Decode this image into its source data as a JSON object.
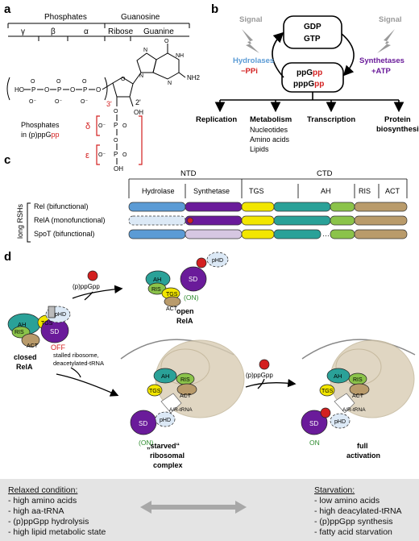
{
  "panels": {
    "a": "a",
    "b": "b",
    "c": "c",
    "d": "d"
  },
  "a": {
    "header_phosphates": "Phosphates",
    "header_guanosine": "Guanosine",
    "col_gamma": "γ",
    "col_beta": "β",
    "col_alpha": "α",
    "col_ribose": "Ribose",
    "col_guanine": "Guanine",
    "nh2": "NH2",
    "pos3": "3'",
    "pos2": "2'",
    "oh": "OH",
    "delta": "δ",
    "epsilon": "ε",
    "phos_label_line1": "Phosphates",
    "phos_label_line2": "in (p)ppG",
    "phos_label_pp": "pp"
  },
  "b": {
    "signal_left": "Signal",
    "signal_right": "Signal",
    "gdp": "GDP",
    "gtp": "GTP",
    "ppgpp_pre": "ppG",
    "ppgpp_pp": "pp",
    "pppgpp_pre": "pppG",
    "pppgpp_pp": "pp",
    "hydrolases": "Hydrolases",
    "hydro_pp": "−PPi",
    "synthetases": "Synthetases",
    "synth_atp": "+ATP",
    "out_replication": "Replication",
    "out_metabolism": "Metabolism",
    "out_met_items": [
      "Nucleotides",
      "Amino acids",
      "Lipids"
    ],
    "out_transcription": "Transcription",
    "out_protein1": "Protein",
    "out_protein2": "biosynthesis"
  },
  "c": {
    "ntd": "NTD",
    "ctd": "CTD",
    "hydrolase": "Hydrolase",
    "synthetase": "Synthetase",
    "tgs": "TGS",
    "ah": "AH",
    "ris": "RIS",
    "act": "ACT",
    "long_rshs": "long RSHs",
    "rows": [
      "Rel (bifunctional)",
      "RelA (monofunctional)",
      "SpoT (bifunctional)"
    ],
    "colors": {
      "hydrolase": "#5b9bd5",
      "synthetase": "#6a1b9a",
      "tgs": "#f2e600",
      "ah": "#2aa198",
      "ris": "#8bc34a",
      "act": "#b99b6b"
    }
  },
  "d": {
    "ppgpp_top": "(p)ppGpp",
    "ppgpp_mid": "(p)ppGpp",
    "closed_relA_1": "closed",
    "closed_relA_2": "RelA",
    "off": "OFF",
    "open_relA_1": "open",
    "open_relA_2": "RelA",
    "on_top": "(ON)",
    "stalled_1": "stalled ribosome,",
    "stalled_2": "deacetylated-tRNA",
    "starved_1": "„starved“",
    "starved_2": "ribosomal",
    "starved_3": "complex",
    "on_mid": "(ON)",
    "on_right": "ON",
    "full_1": "full",
    "full_2": "activation",
    "ar_trna": "A/R-tRNA",
    "ar_trna2": "A/R-tRNA",
    "domains": {
      "ah": "AH",
      "ris": "RIS",
      "tgs": "TGS",
      "act": "ACT",
      "sd": "SD",
      "phd": "pHD"
    }
  },
  "footer": {
    "relaxed_title": "Relaxed condition:",
    "relaxed_items": [
      "- high amino acids",
      "- high aa-tRNA",
      "- (p)ppGpp hydrolysis",
      "- high lipid metabolic state"
    ],
    "starv_title": "Starvation:",
    "starv_items": [
      "- low amino acids",
      "- high deacylated-tRNA",
      "- (p)ppGpp synthesis",
      "- fatty acid starvation"
    ]
  }
}
